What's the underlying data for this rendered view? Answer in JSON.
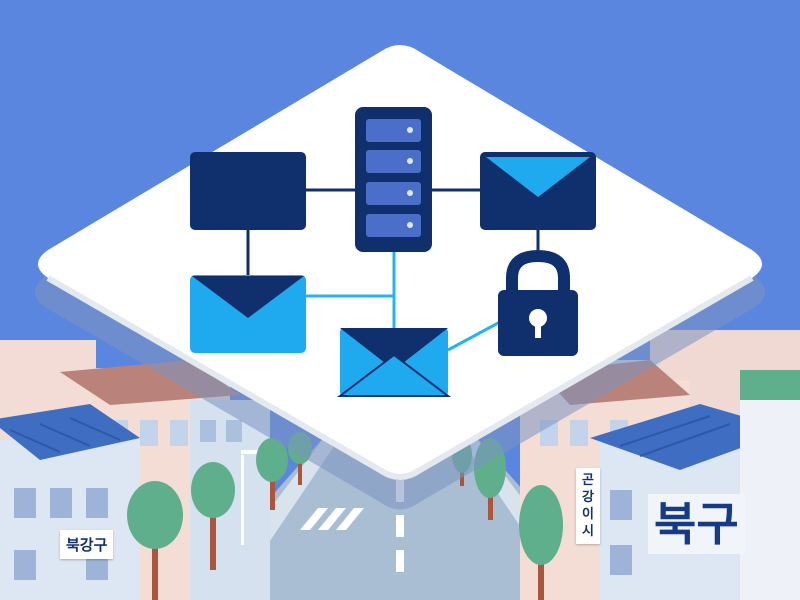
{
  "street_signs": {
    "left": "북강구",
    "vertical": "곤강이시",
    "district": "북구"
  },
  "icons": [
    "server-rack-icon",
    "monitor-icon",
    "envelope-icon",
    "padlock-icon"
  ],
  "colors": {
    "sky": "#5b86e0",
    "diamond": "#ffffff",
    "navy": "#102f6d",
    "server_slot": "#4b6fc8",
    "light_blue": "#1faaf0",
    "connector": "#26b3ee",
    "road": "#a9bdd3",
    "tree": "#5fae8c",
    "trunk": "#a8573e",
    "roof_blue": "#3e6dc2",
    "roof_red": "#b9827a"
  }
}
